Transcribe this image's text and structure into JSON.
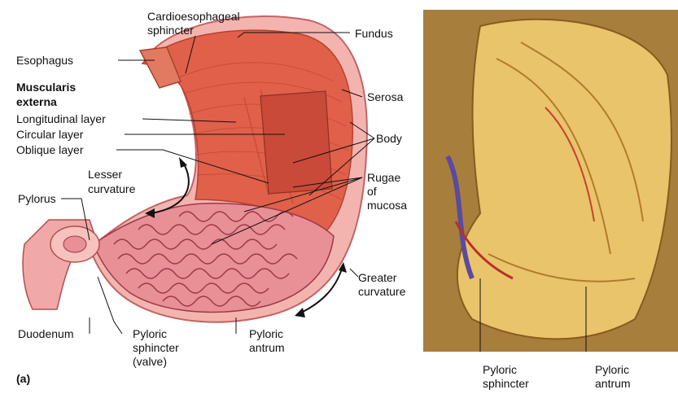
{
  "labels": {
    "cardioesophageal_sphincter_1": "Cardioesophageal",
    "cardioesophageal_sphincter_2": "sphincter",
    "fundus": "Fundus",
    "esophagus": "Esophagus",
    "muscularis_externa_1": "Muscularis",
    "muscularis_externa_2": "externa",
    "longitudinal_layer": "Longitudinal layer",
    "circular_layer": "Circular layer",
    "oblique_layer": "Oblique layer",
    "serosa": "Serosa",
    "body": "Body",
    "lesser_curvature_1": "Lesser",
    "lesser_curvature_2": "curvature",
    "rugae_1": "Rugae",
    "rugae_2": "of",
    "rugae_3": "mucosa",
    "pylorus": "Pylorus",
    "greater_curvature_1": "Greater",
    "greater_curvature_2": "curvature",
    "duodenum": "Duodenum",
    "pyloric_sphincter_1": "Pyloric",
    "pyloric_sphincter_2": "sphincter",
    "pyloric_sphincter_3": "(valve)",
    "pyloric_antrum_1": "Pyloric",
    "pyloric_antrum_2": "antrum",
    "panel_a": "(a)",
    "photo_pyloric_sphincter_1": "Pyloric",
    "photo_pyloric_sphincter_2": "sphincter",
    "photo_pyloric_antrum_1": "Pyloric",
    "photo_pyloric_antrum_2": "antrum"
  },
  "colors": {
    "muscle": "#e0604a",
    "muscle_dark": "#b8402f",
    "serosa": "#f3b4b0",
    "mucosa": "#e98f96",
    "rugae": "#9c3a48",
    "photo_bg": "#a87e3c",
    "photo_tissue": "#e9c46a"
  }
}
